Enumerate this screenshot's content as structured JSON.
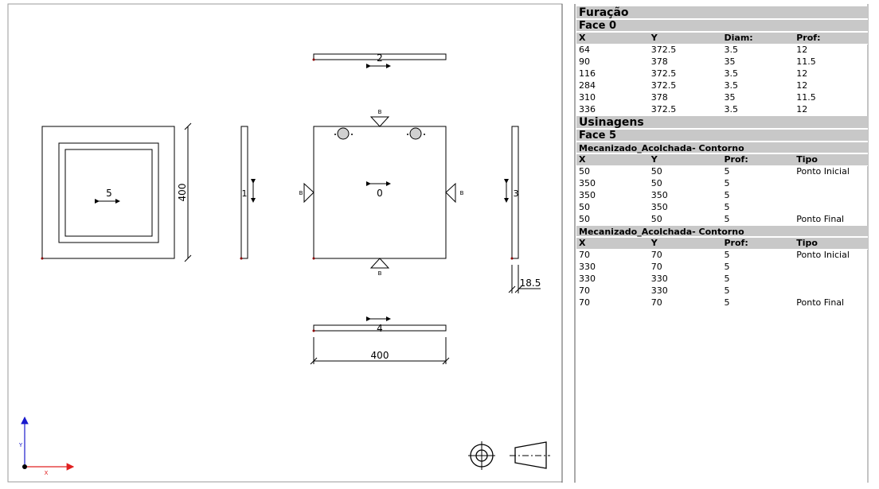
{
  "drawing": {
    "faces": {
      "top": "2",
      "front": "0",
      "right": "3",
      "bottom": "4",
      "back": "5",
      "left": "1"
    },
    "edge_label": "B",
    "dim_width": "400",
    "dim_height": "400",
    "dim_thickness": "18.5",
    "axis_x": "X",
    "axis_y": "Y",
    "colors": {
      "axis_x": "#e02020",
      "axis_y": "#1a1acc",
      "origin": "#8b0000"
    }
  },
  "panel": {
    "furacao_title": "Furação",
    "furacao_face": "Face 0",
    "furacao_headers": [
      "X",
      "Y",
      "Diam:",
      "Prof:"
    ],
    "furacao_rows": [
      [
        "64",
        "372.5",
        "3.5",
        "12"
      ],
      [
        "90",
        "378",
        "35",
        "11.5"
      ],
      [
        "116",
        "372.5",
        "3.5",
        "12"
      ],
      [
        "284",
        "372.5",
        "3.5",
        "12"
      ],
      [
        "310",
        "378",
        "35",
        "11.5"
      ],
      [
        "336",
        "372.5",
        "3.5",
        "12"
      ]
    ],
    "usinagens_title": "Usinagens",
    "usinagens_face": "Face 5",
    "operations": [
      {
        "name": "Mecanizado_Acolchada",
        "type": "- Contorno",
        "headers": [
          "X",
          "Y",
          "Prof:",
          "Tipo"
        ],
        "rows": [
          [
            "50",
            "50",
            "5",
            "Ponto Inicial"
          ],
          [
            "350",
            "50",
            "5",
            ""
          ],
          [
            "350",
            "350",
            "5",
            ""
          ],
          [
            "50",
            "350",
            "5",
            ""
          ],
          [
            "50",
            "50",
            "5",
            "Ponto Final"
          ]
        ]
      },
      {
        "name": "Mecanizado_Acolchada",
        "type": "- Contorno",
        "headers": [
          "X",
          "Y",
          "Prof:",
          "Tipo"
        ],
        "rows": [
          [
            "70",
            "70",
            "5",
            "Ponto Inicial"
          ],
          [
            "330",
            "70",
            "5",
            ""
          ],
          [
            "330",
            "330",
            "5",
            ""
          ],
          [
            "70",
            "330",
            "5",
            ""
          ],
          [
            "70",
            "70",
            "5",
            "Ponto Final"
          ]
        ]
      }
    ]
  }
}
